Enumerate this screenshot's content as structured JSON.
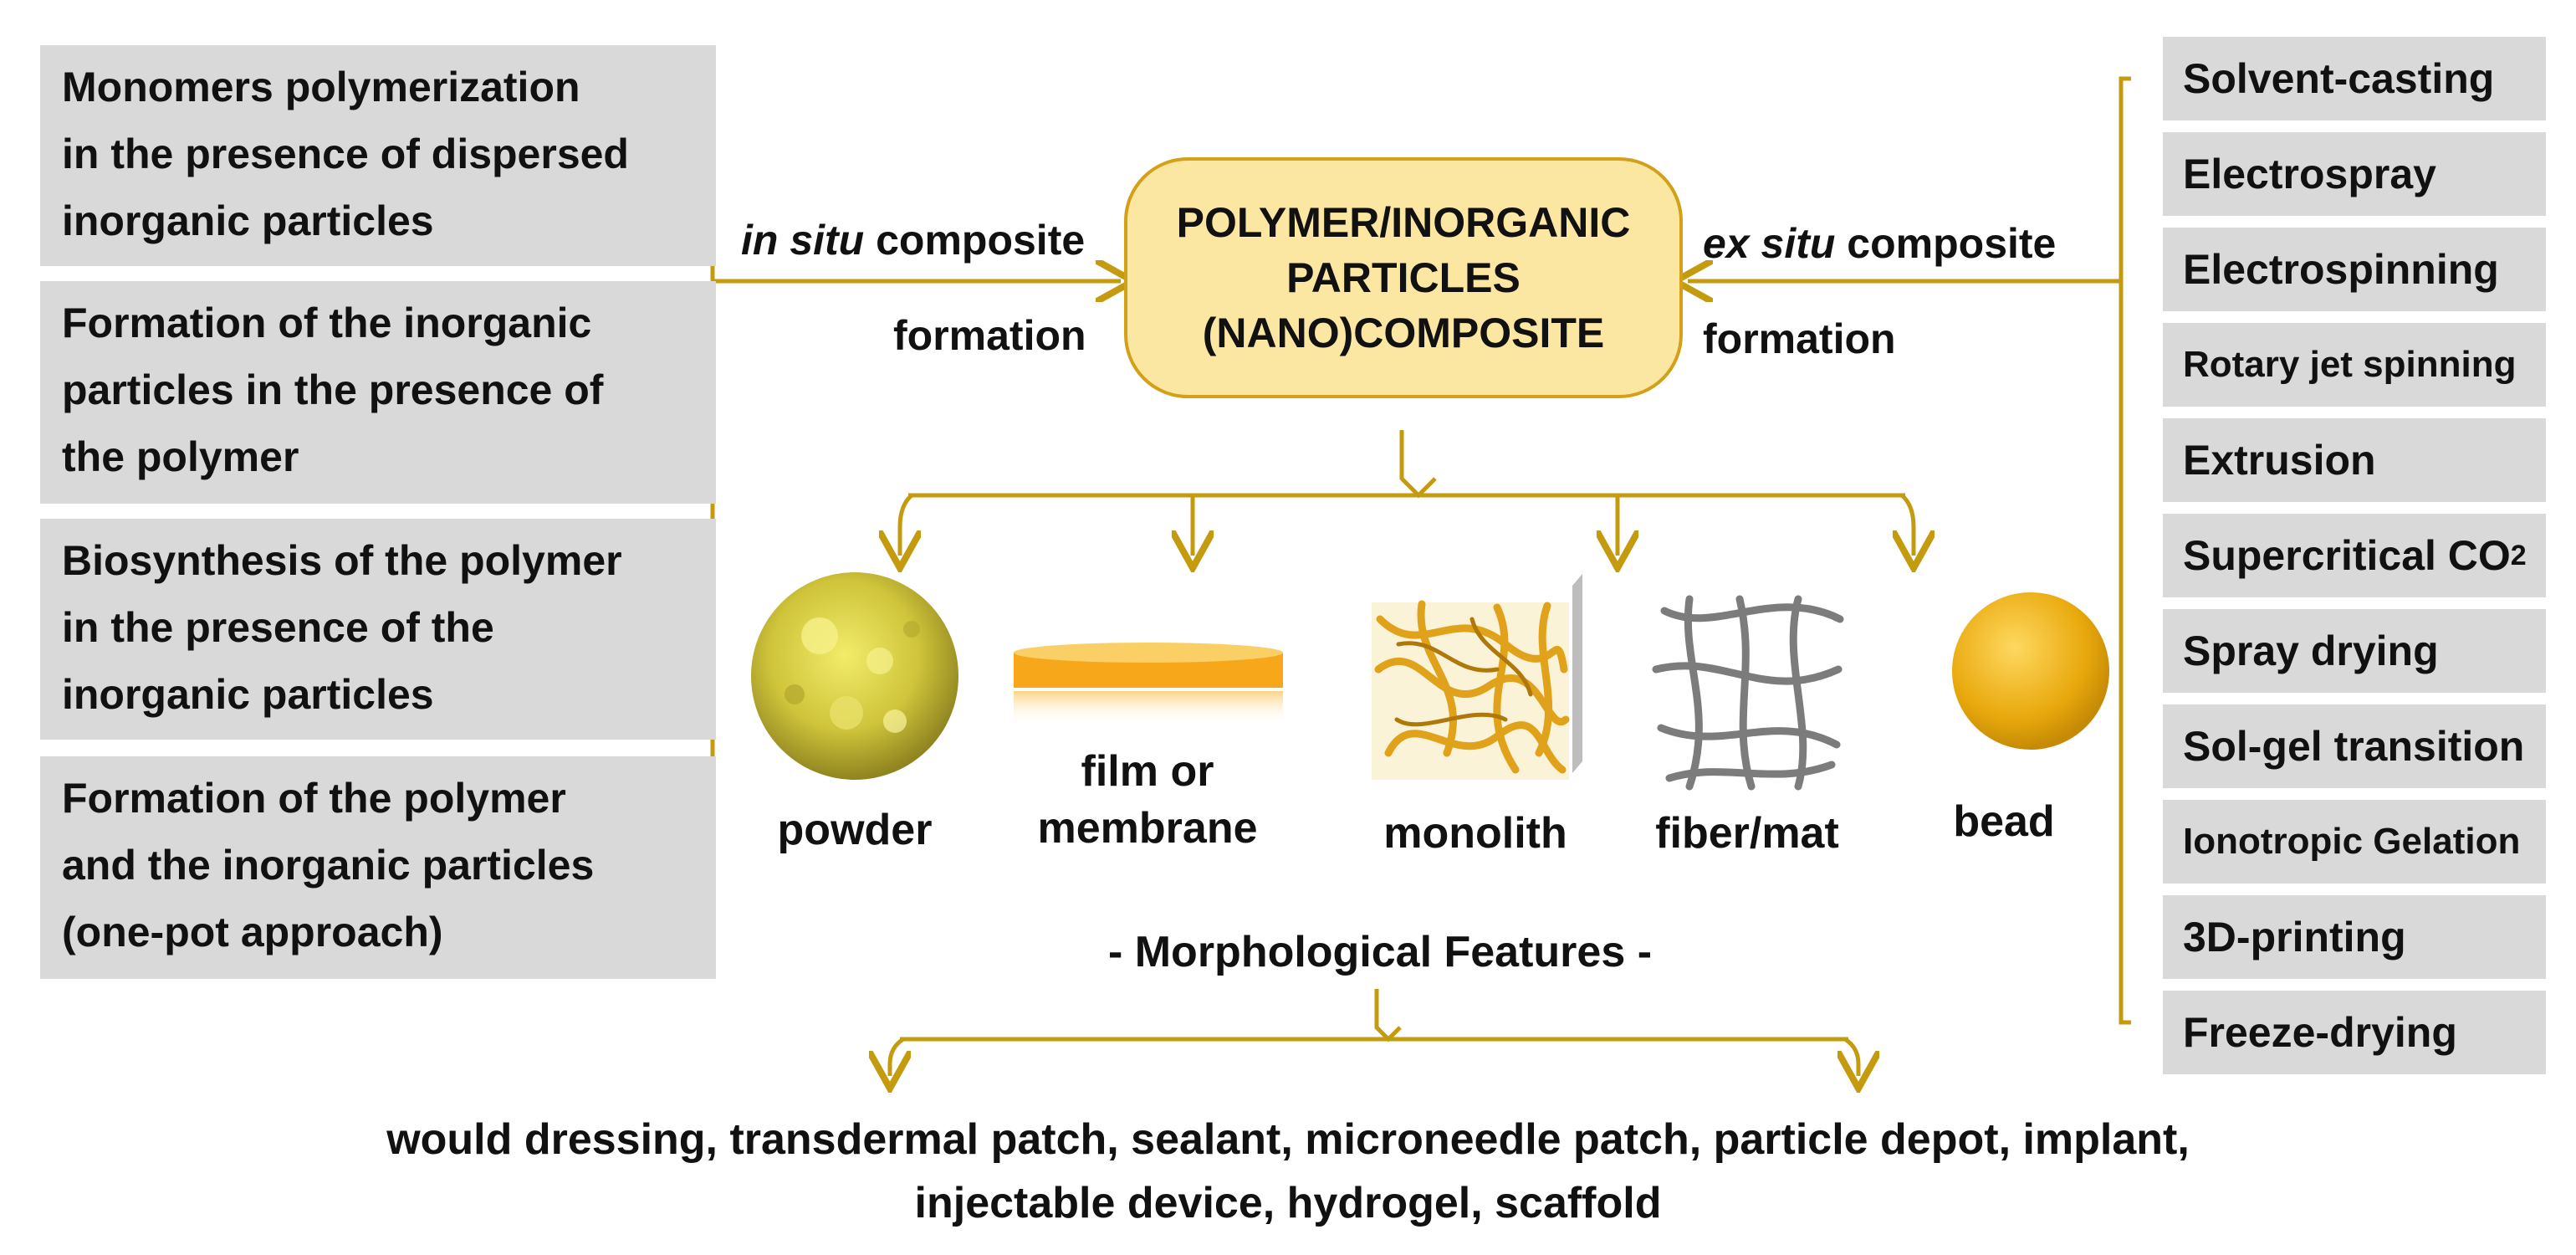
{
  "left_methods": [
    {
      "lines": [
        "Monomers polymerization",
        "in the presence of dispersed",
        "inorganic particles"
      ]
    },
    {
      "lines": [
        "Formation of the inorganic",
        "particles in the presence of",
        "the polymer"
      ]
    },
    {
      "lines": [
        "Biosynthesis of the polymer",
        "in the presence of the",
        "inorganic particles"
      ]
    },
    {
      "lines": [
        "Formation of the polymer",
        "and the  inorganic particles",
        "(one-pot approach)"
      ]
    }
  ],
  "in_situ": {
    "italic": "in situ",
    "rest": " composite",
    "line2": "formation"
  },
  "ex_situ": {
    "italic": "ex situ",
    "rest": " composite",
    "line2": "formation"
  },
  "center": {
    "lines": [
      "POLYMER/INORGANIC",
      "PARTICLES",
      "(NANO)COMPOSITE"
    ]
  },
  "right_methods": [
    {
      "label": "Solvent-casting"
    },
    {
      "label": "Electrospray"
    },
    {
      "label": "Electrospinning"
    },
    {
      "label": "Rotary jet spinning"
    },
    {
      "label": "Extrusion"
    },
    {
      "label": "Supercritical CO",
      "subscript": "2"
    },
    {
      "label": "Spray drying"
    },
    {
      "label": "Sol-gel transition"
    },
    {
      "label": "Ionotropic Gelation"
    },
    {
      "label": "3D-printing"
    },
    {
      "label": "Freeze-drying"
    }
  ],
  "morphologies": [
    {
      "label": "powder"
    },
    {
      "label": "film or\nmembrane"
    },
    {
      "label": "monolith"
    },
    {
      "label": "fiber/mat"
    },
    {
      "label": "bead"
    }
  ],
  "morph_title": "- Morphological Features -",
  "applications": {
    "line1": "would dressing, transdermal patch, sealant, microneedle patch, particle depot, implant,",
    "line2": "injectable device, hydrogel, scaffold"
  },
  "colors": {
    "connector": "#c49a0f",
    "box_gray": "#d9d9d9",
    "center_fill": "#fbe6a2",
    "center_border": "#d4a017"
  }
}
